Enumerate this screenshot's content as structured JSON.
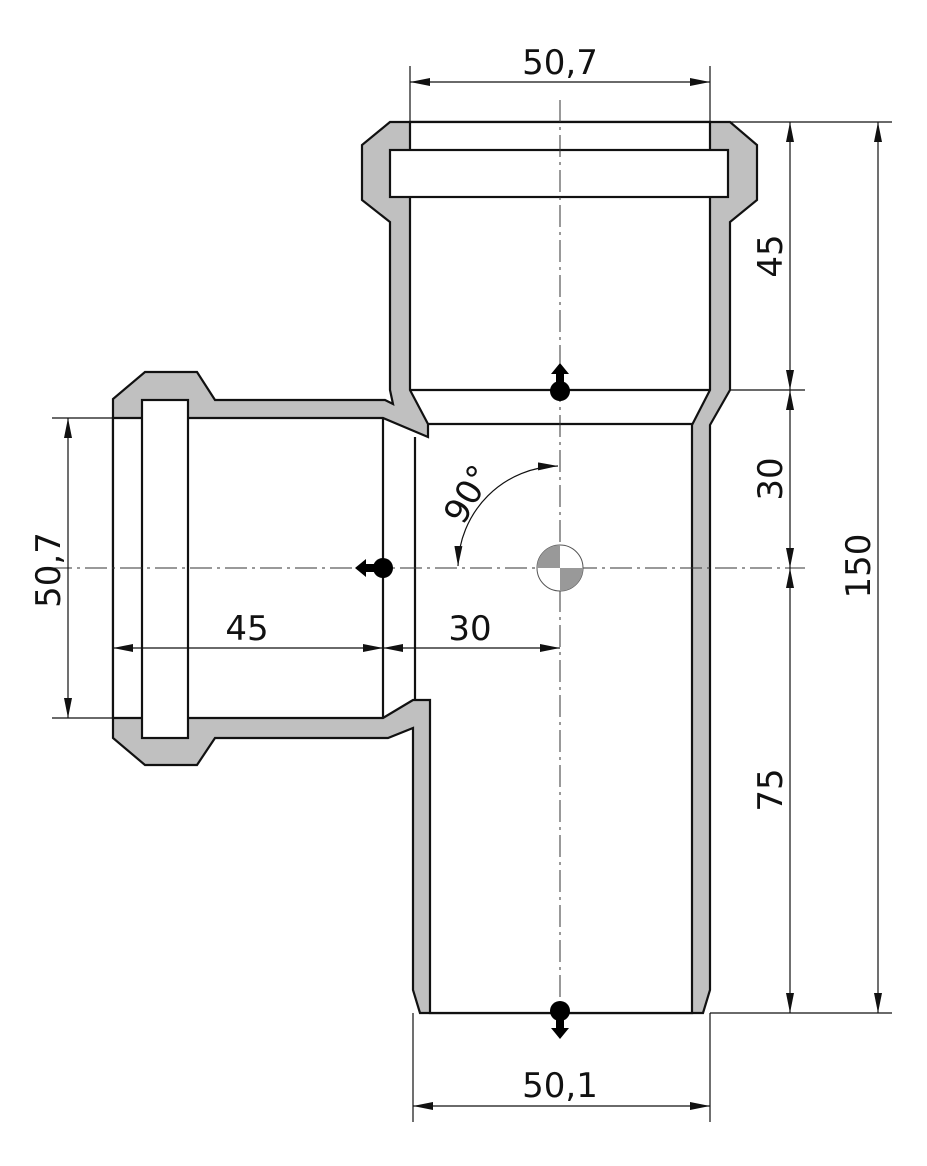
{
  "drawing": {
    "title": "Pipe tee fitting 90°",
    "colors": {
      "wall": "#c0c0c0",
      "line": "#111111"
    },
    "dimensions": {
      "top_socket_diameter": "50,7",
      "bottom_outlet_diameter": "50,1",
      "side_socket_diameter": "50,7",
      "top_socket_depth": "45",
      "top_to_center": "30",
      "center_to_bottom": "75",
      "overall_length": "150",
      "side_socket_depth": "45",
      "side_to_center": "30",
      "angle": "90°"
    }
  }
}
